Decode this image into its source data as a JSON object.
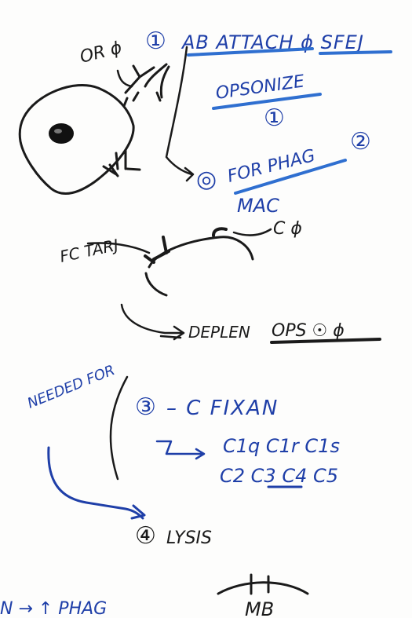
{
  "colors": {
    "black_ink": "#1a1a1a",
    "blue_ink": "#1f3fa8",
    "highlight_blue": "#2f6fd0",
    "paper": "#fdfdfc"
  },
  "notes": {
    "or_phi": "OR ɸ",
    "step1_num": "①",
    "step1_text": "AB ATTACH ɸ SFEJ",
    "opsonize": "OPSONIZE",
    "opsonize_num": "①",
    "step_phag_num": "◎",
    "phag_text": "FOR PHAG",
    "phag_num": "②",
    "mac": "MAC",
    "c_phi": "C ɸ",
    "fc_tarj": "FC TARJ",
    "deplen": "DEPLEN",
    "ops_phi": "OPS ☉ ɸ",
    "needed_for": "NEEDED FOR",
    "step3_num": "③",
    "c_fixan": "– C FIXAN",
    "c_seq1": "C1q C1r C1s",
    "c_seq2": "C2 C3 C4 C5",
    "step4_num": "④",
    "lysis": "LYSIS",
    "bottom_left": "N → ↑ PHAG",
    "mb": "MB"
  }
}
